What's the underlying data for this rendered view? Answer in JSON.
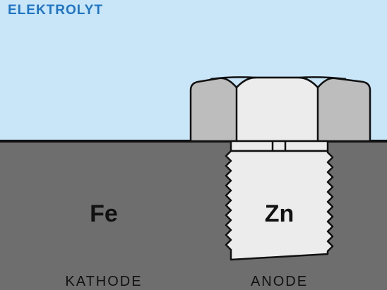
{
  "labels": {
    "electrolyte": "ELEKTROLYT",
    "metal_fe": "Fe",
    "metal_zn": "Zn",
    "cathode": "KATHODE",
    "anode": "ANODE"
  },
  "colors": {
    "electrolyte": "#c9e5f8",
    "iron": "#6e6e6e",
    "zinc": "#ececec",
    "bolt_head_side": "#bdbdbd",
    "outline": "#111111",
    "electrolyte_text": "#1f75c5",
    "text_dark": "#111111"
  }
}
